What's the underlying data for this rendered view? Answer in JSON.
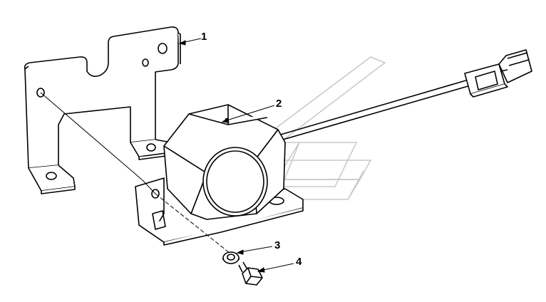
{
  "callouts": [
    {
      "id": "1",
      "label": "1"
    },
    {
      "id": "2",
      "label": "2"
    },
    {
      "id": "3",
      "label": "3"
    },
    {
      "id": "4",
      "label": "4"
    }
  ],
  "colors": {
    "line": "#000000",
    "watermark": "#c8c8c8",
    "background": "#ffffff"
  }
}
